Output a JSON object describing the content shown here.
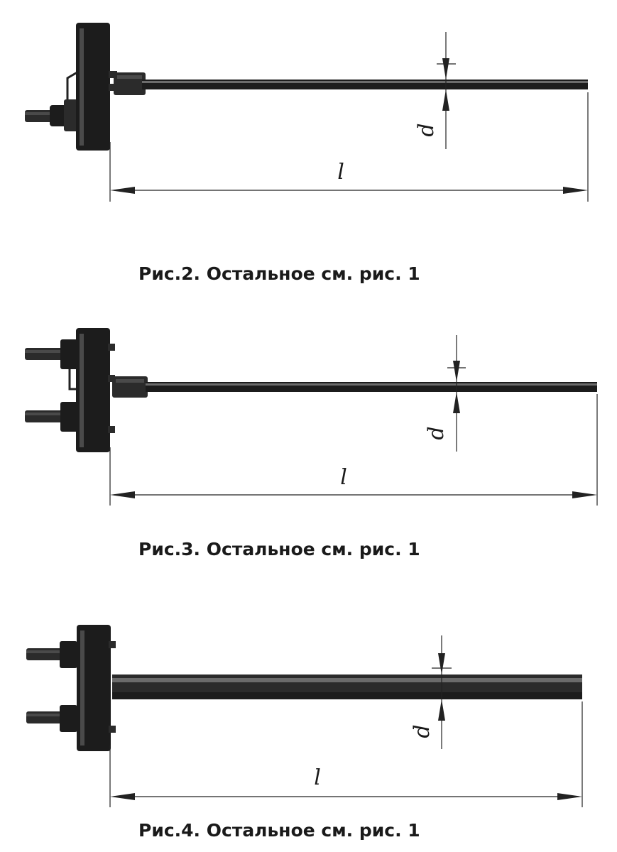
{
  "figures": [
    {
      "id": "fig2",
      "caption": "Рис.2. Остальное см. рис. 1",
      "length_label": "l",
      "diameter_label": "d",
      "terminals": 1
    },
    {
      "id": "fig3",
      "caption": "Рис.3. Остальное см. рис. 1",
      "length_label": "l",
      "diameter_label": "d",
      "terminals": 2
    },
    {
      "id": "fig4",
      "caption": "Рис.4. Остальное см. рис. 1",
      "length_label": "l",
      "diameter_label": "d",
      "terminals": 2
    }
  ]
}
